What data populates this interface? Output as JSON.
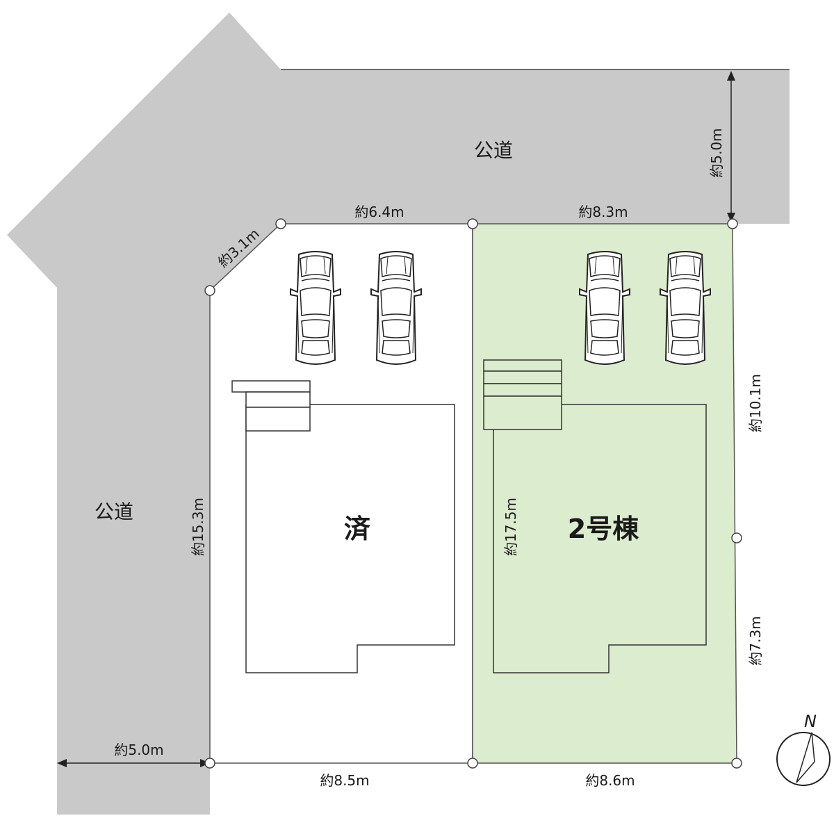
{
  "roads": {
    "north_label": "公道",
    "west_label": "公道"
  },
  "lots": {
    "sold_label": "済",
    "lot2_label": "2号棟"
  },
  "dimensions": {
    "road_width_north": "約5.0m",
    "road_width_west": "約5.0m",
    "corner_cut": "約3.1m",
    "north_sold": "約6.4m",
    "north_lot2": "約8.3m",
    "east_upper": "約10.1m",
    "east_lower": "約7.3m",
    "south_sold": "約8.5m",
    "south_lot2": "約8.6m",
    "west_side": "約15.3m",
    "partition": "約17.5m"
  },
  "north_arrow": {
    "label": "N"
  },
  "colors": {
    "road": "#c9c9ca",
    "lot2_fill": "#dceccf",
    "line": "#333333"
  }
}
